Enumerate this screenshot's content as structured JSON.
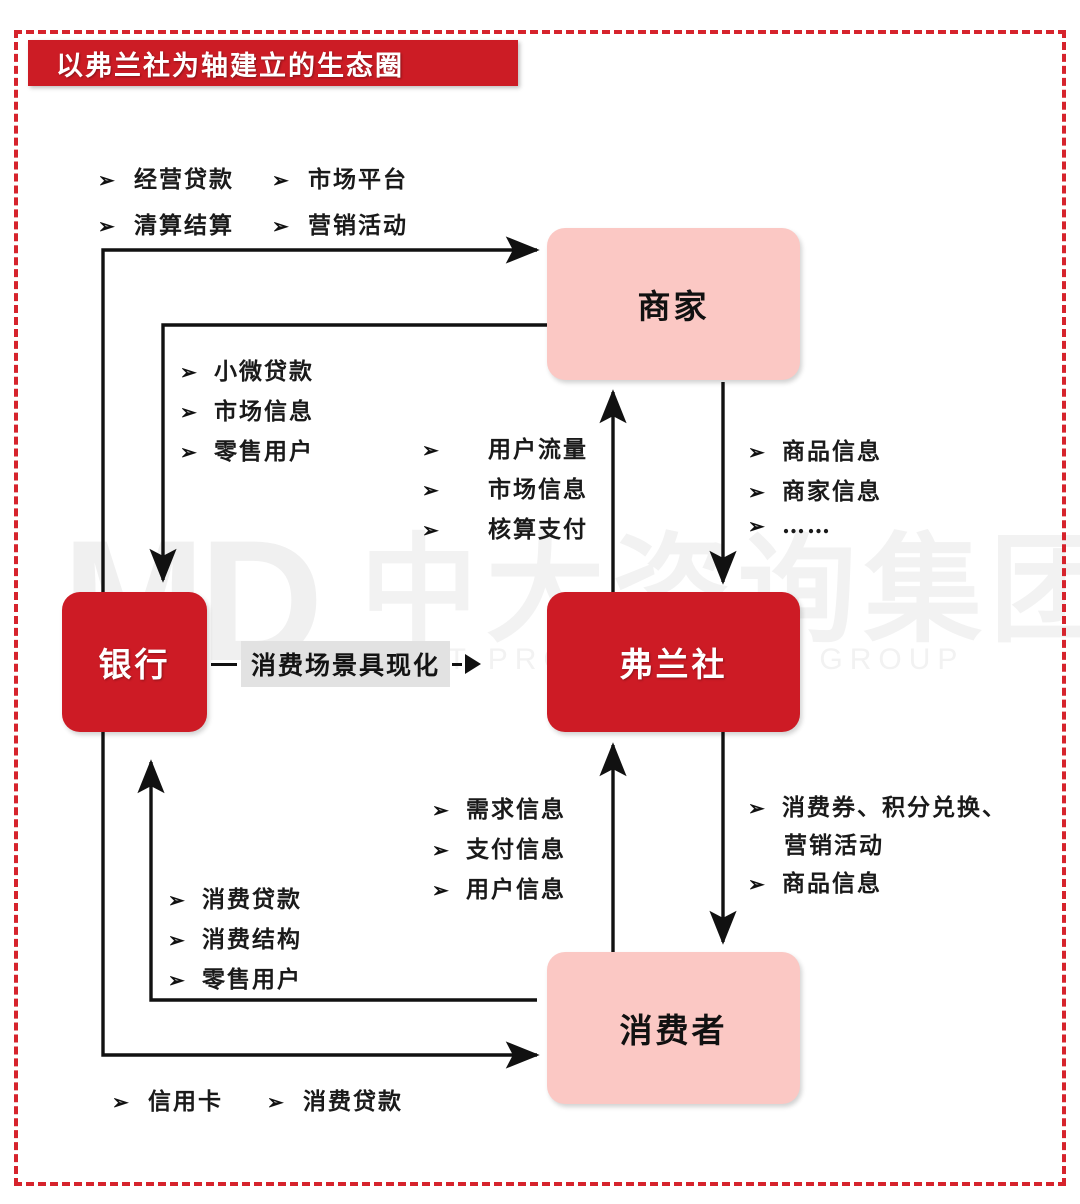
{
  "title": {
    "text": "以弗兰社为轴建立的生态圈"
  },
  "theme": {
    "red": "#cd1b25",
    "pink": "#fbc8c4",
    "border_red": "#d6232c",
    "band_gray": "#e2e2e2",
    "ink": "#1a1a1a"
  },
  "watermark": {
    "logo": "MD",
    "cn": "中大咨询集团",
    "en": "MENT PROFESSIONAL GROUP"
  },
  "nodes": {
    "bank": "银行",
    "merchant": "商家",
    "flan": "弗兰社",
    "consumer": "消费者"
  },
  "center_link": {
    "label": "消费场景具现化"
  },
  "bullet_glyph": "➢",
  "annotations": {
    "bank_to_merchant_top": {
      "rows": [
        [
          "经营贷款",
          "市场平台"
        ],
        [
          "清算结算",
          "营销活动"
        ]
      ]
    },
    "merchant_to_bank": {
      "items": [
        "小微贷款",
        "市场信息",
        "零售用户"
      ]
    },
    "flan_to_merchant": {
      "items": [
        "用户流量",
        "市场信息",
        "核算支付"
      ]
    },
    "merchant_to_flan": {
      "items": [
        "商品信息",
        "商家信息",
        "……"
      ]
    },
    "consumer_to_flan": {
      "items": [
        "需求信息",
        "支付信息",
        "用户信息"
      ]
    },
    "flan_to_consumer": {
      "items": [
        "消费券、积分兑换、",
        "商品信息"
      ],
      "continuation": "营销活动"
    },
    "consumer_to_bank": {
      "items": [
        "消费贷款",
        "消费结构",
        "零售用户"
      ]
    },
    "bank_to_consumer_bottom": {
      "row": [
        "信用卡",
        "消费贷款"
      ]
    }
  }
}
